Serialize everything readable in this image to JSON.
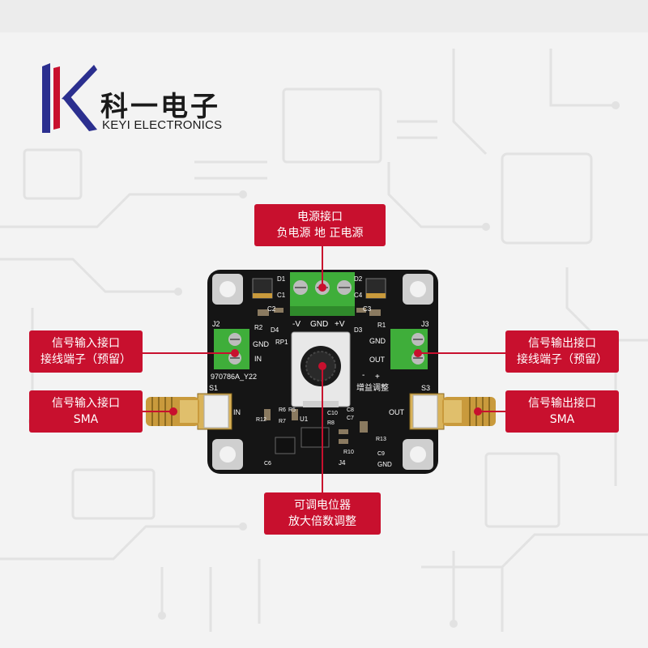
{
  "brand": {
    "name_cn": "科一电子",
    "name_en": "KEYI ELECTRONICS",
    "logo_letter": "K"
  },
  "callouts": {
    "power": {
      "line1": "电源接口",
      "line2": "负电源  地  正电源"
    },
    "input_terminal": {
      "line1": "信号输入接口",
      "line2": "接线端子（预留）"
    },
    "output_terminal": {
      "line1": "信号输出接口",
      "line2": "接线端子（预留）"
    },
    "input_sma": {
      "line1": "信号输入接口",
      "line2": "SMA"
    },
    "output_sma": {
      "line1": "信号输出接口",
      "line2": "SMA"
    },
    "potentiometer": {
      "line1": "可调电位器",
      "line2": "放大倍数调整"
    }
  },
  "board_labels": {
    "minus_v": "-V",
    "gnd_top": "GND",
    "plus_v": "+V",
    "j2": "J2",
    "j3": "J3",
    "gnd_left": "GND",
    "in_left": "IN",
    "gnd_right": "GND",
    "out_right": "OUT",
    "model": "970786A_Y22",
    "gain_adjust": "增益调整",
    "s1": "S1",
    "s3": "S3",
    "in_sma": "IN",
    "out_sma": "OUT",
    "rp1": "RP1",
    "d1": "D1",
    "d2": "D2",
    "d3": "D3",
    "d4": "D4",
    "c1": "C1",
    "c2": "C2",
    "c3": "C3",
    "c4": "C4",
    "r1": "R1",
    "r2": "R2",
    "u1": "U1",
    "j4": "J4",
    "gnd_bottom": "GND",
    "r12": "R12",
    "r7": "R7",
    "r6": "R6",
    "r5": "R5",
    "c10": "C10",
    "r8": "R8",
    "c8": "C8",
    "c7": "C7",
    "r13": "R13",
    "r10": "R10",
    "c6": "C6",
    "c9": "C9",
    "minus": "-",
    "plus": "+"
  },
  "colors": {
    "accent_red": "#c8102e",
    "logo_blue": "#2b2f8f",
    "logo_red": "#c8102e",
    "pcb_black": "#151515",
    "terminal_green": "#3fae3a",
    "sma_gold": "#c99a3c"
  }
}
